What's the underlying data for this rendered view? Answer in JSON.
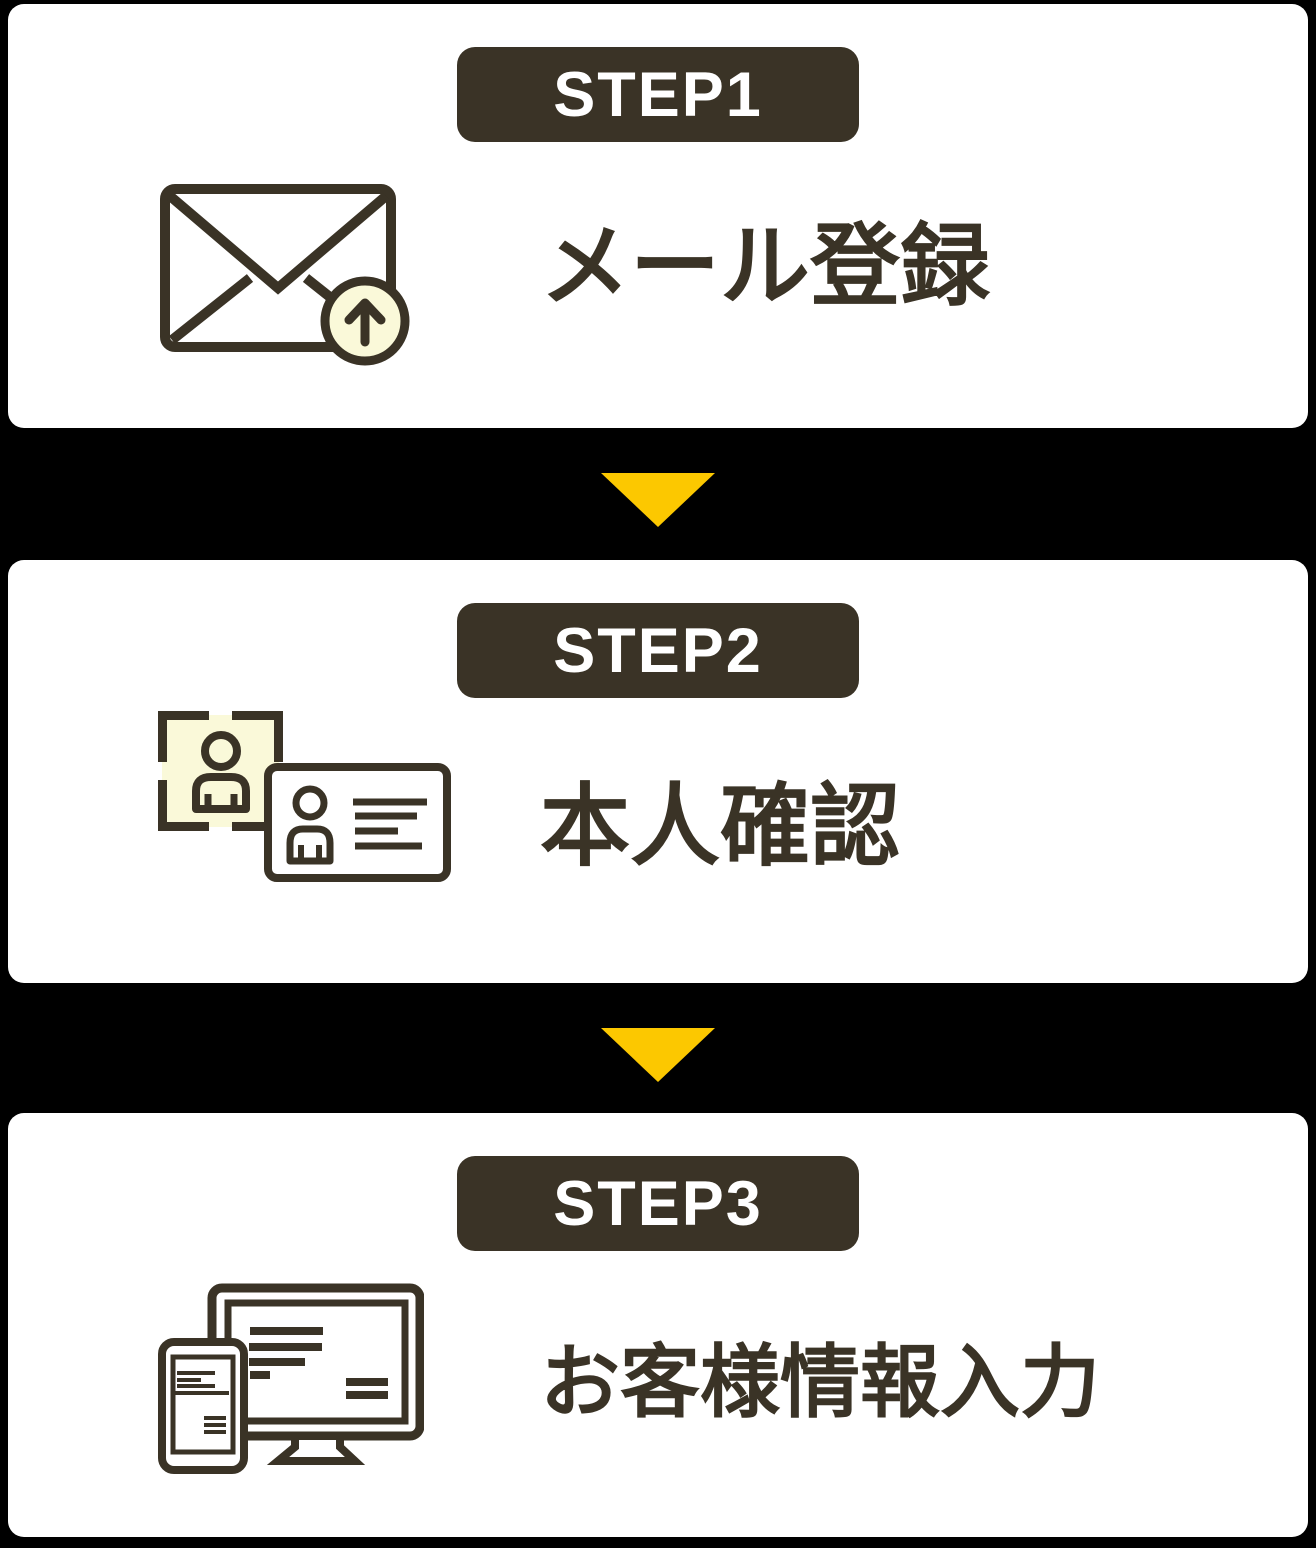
{
  "colors": {
    "background": "#000000",
    "card_bg": "#ffffff",
    "badge_bg": "#3a3326",
    "badge_text": "#ffffff",
    "label_text": "#3a3326",
    "icon_stroke": "#3a3326",
    "icon_accent_fill": "#faf9d9",
    "arrow_fill": "#fcc800"
  },
  "steps": [
    {
      "badge": "STEP1",
      "label": "メール登録",
      "icon": "mail-upload-icon"
    },
    {
      "badge": "STEP2",
      "label": "本人確認",
      "icon": "identity-verification-icon"
    },
    {
      "badge": "STEP3",
      "label": "お客様情報入力",
      "icon": "devices-input-icon"
    }
  ],
  "arrows": [
    {
      "name": "down-arrow"
    },
    {
      "name": "down-arrow"
    }
  ]
}
